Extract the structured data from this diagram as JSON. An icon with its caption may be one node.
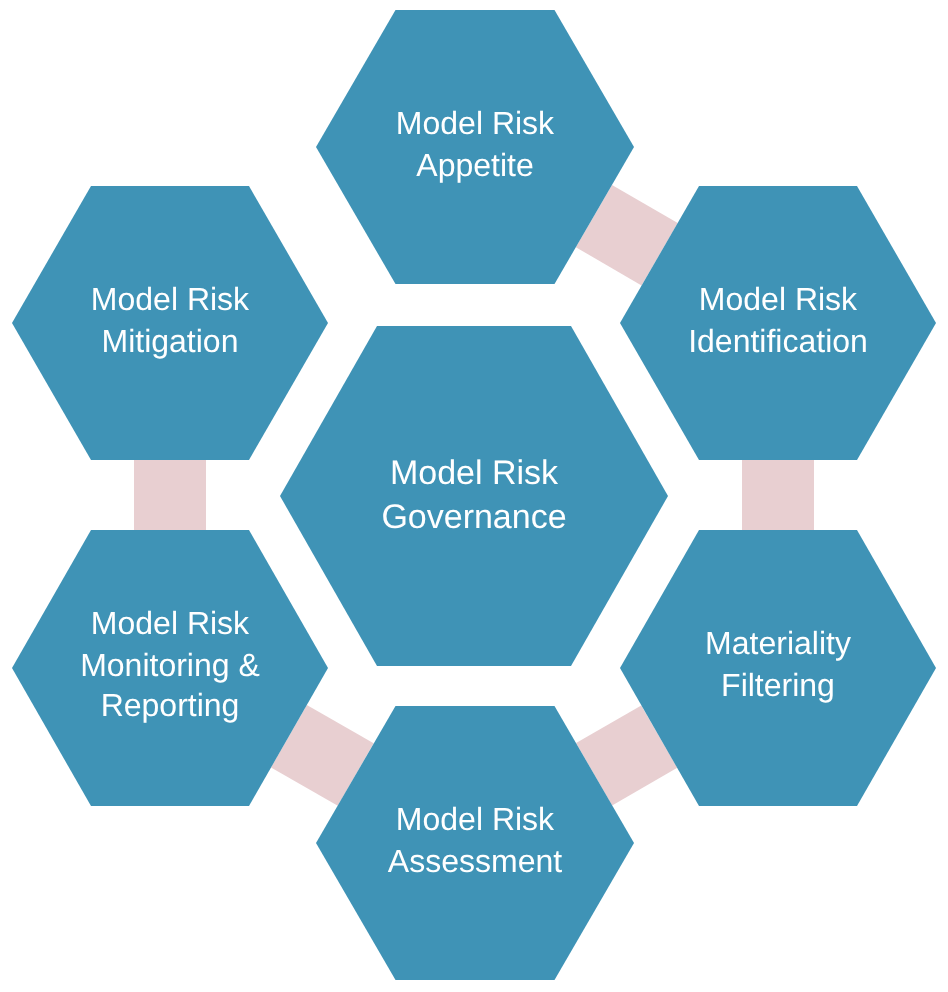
{
  "diagram": {
    "nodes": [
      {
        "text": [
          "Model Risk Appetite"
        ]
      },
      {
        "text": [
          "Model Risk Mitigation"
        ]
      },
      {
        "text": [
          "Model Risk Identification"
        ]
      },
      {
        "text": [
          "Model Risk Governance"
        ]
      },
      {
        "text": [
          "Model Risk Monitoring & Reporting"
        ]
      },
      {
        "text": [
          "Materiality Filtering"
        ]
      },
      {
        "text": [
          "Model Risk Assessment"
        ]
      }
    ],
    "edges": [
      {
        "from": 0,
        "to": 2,
        "arrow": "none"
      },
      {
        "from": 2,
        "to": 5,
        "arrow": "none"
      },
      {
        "from": 5,
        "to": 6,
        "arrow": "none"
      },
      {
        "from": 6,
        "to": 4,
        "arrow": "none"
      },
      {
        "from": 4,
        "to": 1,
        "arrow": "none"
      }
    ]
  }
}
